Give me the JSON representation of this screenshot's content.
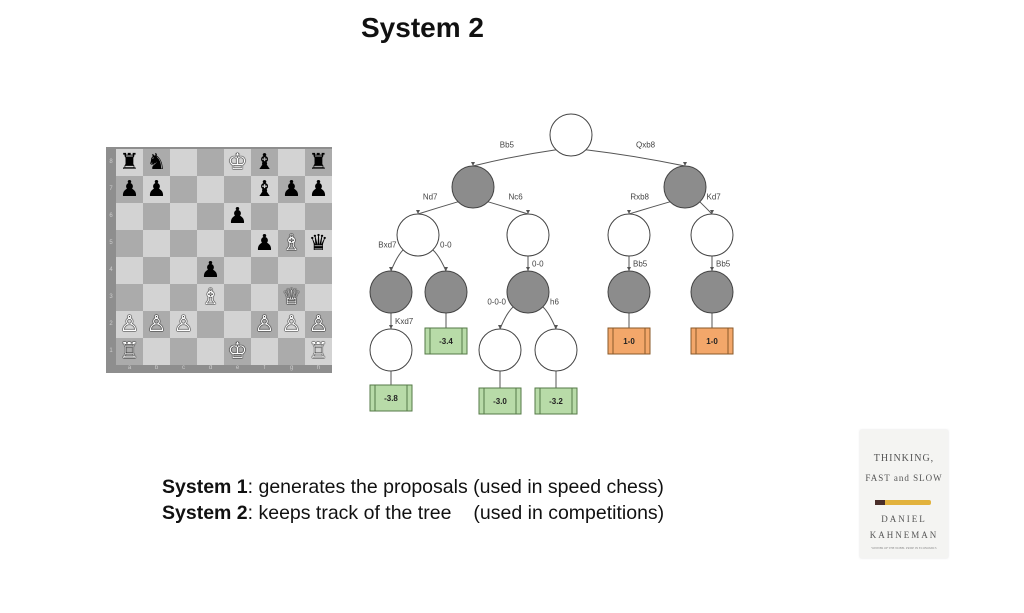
{
  "title": "System 2",
  "board": {
    "files": [
      "a",
      "b",
      "c",
      "d",
      "e",
      "f",
      "g",
      "h"
    ],
    "ranks": [
      "8",
      "7",
      "6",
      "5",
      "4",
      "3",
      "2",
      "1"
    ],
    "pieces": [
      {
        "sq": "a8",
        "color": "b",
        "glyph": "♜"
      },
      {
        "sq": "b8",
        "color": "b",
        "glyph": "♞"
      },
      {
        "sq": "e8",
        "color": "w",
        "glyph": "♔"
      },
      {
        "sq": "f8",
        "color": "b",
        "glyph": "♝"
      },
      {
        "sq": "h8",
        "color": "b",
        "glyph": "♜"
      },
      {
        "sq": "a7",
        "color": "b",
        "glyph": "♟"
      },
      {
        "sq": "b7",
        "color": "b",
        "glyph": "♟"
      },
      {
        "sq": "f7",
        "color": "b",
        "glyph": "♝"
      },
      {
        "sq": "g7",
        "color": "b",
        "glyph": "♟"
      },
      {
        "sq": "h7",
        "color": "b",
        "glyph": "♟"
      },
      {
        "sq": "e6",
        "color": "b",
        "glyph": "♟"
      },
      {
        "sq": "f5",
        "color": "b",
        "glyph": "♟"
      },
      {
        "sq": "g5",
        "color": "w",
        "glyph": "♗"
      },
      {
        "sq": "h5",
        "color": "b",
        "glyph": "♛"
      },
      {
        "sq": "d4",
        "color": "b",
        "glyph": "♟"
      },
      {
        "sq": "d3",
        "color": "w",
        "glyph": "♗"
      },
      {
        "sq": "g3",
        "color": "w",
        "glyph": "♕"
      },
      {
        "sq": "a2",
        "color": "w",
        "glyph": "♙"
      },
      {
        "sq": "b2",
        "color": "w",
        "glyph": "♙"
      },
      {
        "sq": "c2",
        "color": "w",
        "glyph": "♙"
      },
      {
        "sq": "f2",
        "color": "w",
        "glyph": "♙"
      },
      {
        "sq": "g2",
        "color": "w",
        "glyph": "♙"
      },
      {
        "sq": "h2",
        "color": "w",
        "glyph": "♙"
      },
      {
        "sq": "a1",
        "color": "w",
        "glyph": "♖"
      },
      {
        "sq": "e1",
        "color": "w",
        "glyph": "♔"
      },
      {
        "sq": "h1",
        "color": "w",
        "glyph": "♖"
      }
    ]
  },
  "tree": {
    "colors": {
      "white_node": "#ffffff",
      "grey_node": "#8c8c8c",
      "green_leaf": "#b8dba8",
      "orange_leaf": "#f3a76a",
      "edge": "#555555"
    },
    "nodes": [
      {
        "id": "root",
        "type": "white"
      },
      {
        "id": "n1",
        "type": "grey",
        "parent": "root",
        "move": "Bb5"
      },
      {
        "id": "n2",
        "type": "grey",
        "parent": "root",
        "move": "Qxb8"
      },
      {
        "id": "n11",
        "type": "white",
        "parent": "n1",
        "move": "Nd7"
      },
      {
        "id": "n12",
        "type": "white",
        "parent": "n1",
        "move": "Nc6"
      },
      {
        "id": "n21",
        "type": "white",
        "parent": "n2",
        "move": "Rxb8"
      },
      {
        "id": "n22",
        "type": "white",
        "parent": "n2",
        "move": "Kd7"
      },
      {
        "id": "n111",
        "type": "grey",
        "parent": "n11",
        "move": "Bxd7"
      },
      {
        "id": "n112",
        "type": "grey",
        "parent": "n11",
        "move": "0-0"
      },
      {
        "id": "n121",
        "type": "grey",
        "parent": "n12",
        "move": "0-0"
      },
      {
        "id": "n211",
        "type": "grey",
        "parent": "n21",
        "move": "Bb5"
      },
      {
        "id": "n221",
        "type": "grey",
        "parent": "n22",
        "move": "Bb5"
      },
      {
        "id": "n1111",
        "type": "white",
        "parent": "n111",
        "move": "Kxd7"
      },
      {
        "id": "n1211",
        "type": "white",
        "parent": "n121",
        "move": "0-0-0"
      },
      {
        "id": "n1212",
        "type": "white",
        "parent": "n121",
        "move": "h6"
      },
      {
        "id": "L1",
        "type": "leaf",
        "parent": "n1111",
        "value": "-3.8",
        "color": "green"
      },
      {
        "id": "L2",
        "type": "leaf",
        "parent": "n112",
        "value": "-3.4",
        "color": "green"
      },
      {
        "id": "L3",
        "type": "leaf",
        "parent": "n1211",
        "value": "-3.0",
        "color": "green"
      },
      {
        "id": "L4",
        "type": "leaf",
        "parent": "n1212",
        "value": "-3.2",
        "color": "green"
      },
      {
        "id": "L5",
        "type": "leaf",
        "parent": "n211",
        "value": "1-0",
        "color": "orange"
      },
      {
        "id": "L6",
        "type": "leaf",
        "parent": "n221",
        "value": "1-0",
        "color": "orange"
      }
    ]
  },
  "bullets": [
    {
      "label": "System 1",
      "text": ": generates the proposals (used in speed chess)"
    },
    {
      "label": "System 2",
      "text": ": keeps track of the tree",
      "text2": "(used in competitions)"
    }
  ],
  "book": {
    "title1": "THINKING,",
    "title2": "FAST and SLOW",
    "author1": "DANIEL",
    "author2": "KAHNEMAN",
    "subtitle": "WINNER OF THE NOBEL PRIZE IN ECONOMICS"
  }
}
